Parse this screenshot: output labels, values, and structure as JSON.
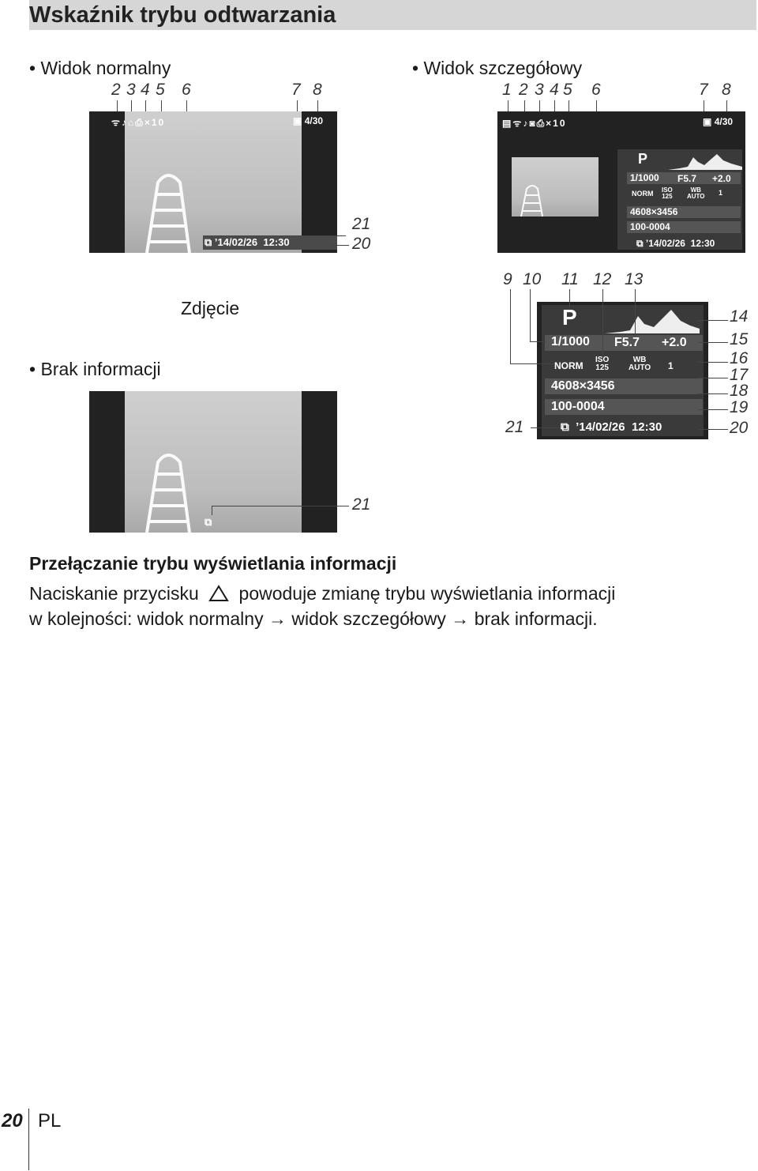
{
  "title": "Wskaźnik trybu odtwarzania",
  "views": {
    "normal_label": "Widok normalny",
    "detail_label": "Widok szczegółowy",
    "none_label": "Brak informacji",
    "photo_caption": "Zdjęcie"
  },
  "callouts": {
    "normal_top": [
      "2",
      "3",
      "4",
      "5",
      "6",
      "7",
      "8"
    ],
    "normal_right": [
      "21",
      "20"
    ],
    "detail_top": [
      "1",
      "2",
      "3",
      "4",
      "5",
      "6",
      "7",
      "8"
    ],
    "zoom_top": [
      "9",
      "10",
      "11",
      "12",
      "13"
    ],
    "zoom_right": [
      "14",
      "15",
      "16",
      "17",
      "18",
      "19",
      "20"
    ],
    "zoom_left": "21",
    "none_right": "21"
  },
  "osd": {
    "print_count": "×10",
    "frame_count": "4/30",
    "date": "’14/02/26",
    "time": "12:30",
    "mode": "P",
    "shutter": "1/1000",
    "aperture": "F5.7",
    "exposure": "+2.0",
    "quality": "NORM",
    "iso_label": "ISO",
    "iso_value": "125",
    "wb_label": "WB",
    "wb_value": "AUTO",
    "fine": "1",
    "resolution": "4608×3456",
    "file_number": "100-0004"
  },
  "section": {
    "heading": "Przełączanie trybu wyświetlania informacji",
    "line1_a": "Naciskanie przycisku",
    "line1_b": "powoduje zmianę trybu wyświetlania informacji",
    "line2": "w kolejności: widok normalny → widok szczegółowy → brak informacji."
  },
  "footer": {
    "page_number": "20",
    "language": "PL"
  }
}
